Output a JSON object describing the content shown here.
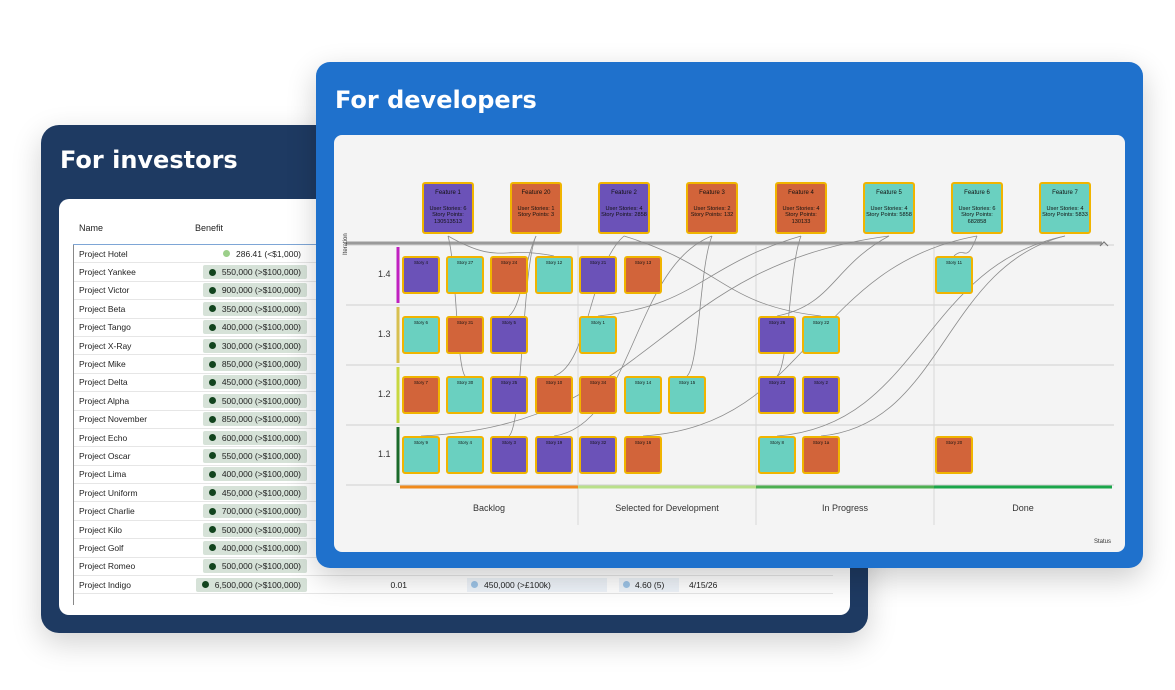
{
  "investors": {
    "title": "For investors",
    "columns": {
      "name": "Name",
      "benefit": "Benefit"
    },
    "rows": [
      {
        "name": "Project Hotel",
        "benefit": "286.41 (<$1,000)",
        "plain": true
      },
      {
        "name": "Project Yankee",
        "benefit": "550,000 (>$100,000)"
      },
      {
        "name": "Project Victor",
        "benefit": "900,000 (>$100,000)"
      },
      {
        "name": "Project Beta",
        "benefit": "350,000 (>$100,000)"
      },
      {
        "name": "Project Tango",
        "benefit": "400,000 (>$100,000)"
      },
      {
        "name": "Project X-Ray",
        "benefit": "300,000 (>$100,000)"
      },
      {
        "name": "Project Mike",
        "benefit": "850,000 (>$100,000)"
      },
      {
        "name": "Project Delta",
        "benefit": "450,000 (>$100,000)"
      },
      {
        "name": "Project Alpha",
        "benefit": "500,000 (>$100,000)"
      },
      {
        "name": "Project November",
        "benefit": "850,000 (>$100,000)"
      },
      {
        "name": "Project Echo",
        "benefit": "600,000 (>$100,000)"
      },
      {
        "name": "Project Oscar",
        "benefit": "550,000 (>$100,000)"
      },
      {
        "name": "Project Lima",
        "benefit": "400,000 (>$100,000)"
      },
      {
        "name": "Project Uniform",
        "benefit": "450,000 (>$100,000)"
      },
      {
        "name": "Project Charlie",
        "benefit": "700,000 (>$100,000)"
      },
      {
        "name": "Project Kilo",
        "benefit": "500,000 (>$100,000)"
      },
      {
        "name": "Project Golf",
        "benefit": "400,000 (>$100,000)"
      },
      {
        "name": "Project Romeo",
        "benefit": "500,000 (>$100,000)"
      },
      {
        "name": "Project Indigo",
        "benefit": "6,500,000 (>$100,000)",
        "extra": [
          "0.01",
          "450,000 (>£100k)",
          "4.60 (5)",
          "4/15/26"
        ]
      }
    ]
  },
  "developers": {
    "title": "For developers",
    "features": [
      {
        "name": "Feature 1",
        "line1": "User Stories: 6",
        "line2": "Story Points:",
        "line3": "130513513",
        "color": "purple"
      },
      {
        "name": "Feature 20",
        "line1": "User Stories: 1",
        "line2": "Story Points: 3",
        "line3": "",
        "color": "orange"
      },
      {
        "name": "Feature 2",
        "line1": "User Stories: 4",
        "line2": "Story Points: 2858",
        "line3": "",
        "color": "purple"
      },
      {
        "name": "Feature 3",
        "line1": "User Stories: 2",
        "line2": "Story Points: 132",
        "line3": "",
        "color": "orange"
      },
      {
        "name": "Feature 4",
        "line1": "User Stories: 4",
        "line2": "Story Points:",
        "line3": "130133",
        "color": "orange"
      },
      {
        "name": "Feature 5",
        "line1": "User Stories: 4",
        "line2": "Story Points: 5858",
        "line3": "",
        "color": "teal"
      },
      {
        "name": "Feature 6",
        "line1": "User Stories: 6",
        "line2": "Story Points:",
        "line3": "682858",
        "color": "teal"
      },
      {
        "name": "Feature 7",
        "line1": "User Stories: 4",
        "line2": "Story Points: 5833",
        "line3": "",
        "color": "teal"
      }
    ],
    "iterations": [
      "1.4",
      "1.3",
      "1.2",
      "1.1"
    ],
    "iteration_axis": "Iteration",
    "statuses": [
      "Backlog",
      "Selected for Development",
      "In Progress",
      "Done"
    ],
    "status_axis": "Status",
    "status_colors": [
      "#f08a1c",
      "#b9e08a",
      "#4caf50",
      "#1aa64a"
    ],
    "stories": [
      {
        "name": "Story 4",
        "color": "purple",
        "row": 0,
        "slot": 0
      },
      {
        "name": "Story 27",
        "color": "teal",
        "row": 0,
        "slot": 1
      },
      {
        "name": "Story 24",
        "color": "orange",
        "row": 0,
        "slot": 2
      },
      {
        "name": "Story 12",
        "color": "teal",
        "row": 0,
        "slot": 3
      },
      {
        "name": "Story 21",
        "color": "purple",
        "row": 0,
        "slot": 4
      },
      {
        "name": "Story 13",
        "color": "orange",
        "row": 0,
        "slot": 5
      },
      {
        "name": "Story 11",
        "color": "teal",
        "row": 0,
        "slot": 12
      },
      {
        "name": "Story 6",
        "color": "teal",
        "row": 1,
        "slot": 0
      },
      {
        "name": "Story 31",
        "color": "orange",
        "row": 1,
        "slot": 1
      },
      {
        "name": "Story 5",
        "color": "purple",
        "row": 1,
        "slot": 2
      },
      {
        "name": "Story 1",
        "color": "teal",
        "row": 1,
        "slot": 4
      },
      {
        "name": "Story 26",
        "color": "purple",
        "row": 1,
        "slot": 8
      },
      {
        "name": "Story 22",
        "color": "teal",
        "row": 1,
        "slot": 9
      },
      {
        "name": "Story 7",
        "color": "orange",
        "row": 2,
        "slot": 0
      },
      {
        "name": "Story 30",
        "color": "teal",
        "row": 2,
        "slot": 1
      },
      {
        "name": "Story 25",
        "color": "purple",
        "row": 2,
        "slot": 2
      },
      {
        "name": "Story 10",
        "color": "orange",
        "row": 2,
        "slot": 3
      },
      {
        "name": "Story 34",
        "color": "orange",
        "row": 2,
        "slot": 4
      },
      {
        "name": "Story 14",
        "color": "teal",
        "row": 2,
        "slot": 5
      },
      {
        "name": "Story 15",
        "color": "teal",
        "row": 2,
        "slot": 6
      },
      {
        "name": "Story 23",
        "color": "purple",
        "row": 2,
        "slot": 8
      },
      {
        "name": "Story 2",
        "color": "purple",
        "row": 2,
        "slot": 9
      },
      {
        "name": "Story 9",
        "color": "teal",
        "row": 3,
        "slot": 0
      },
      {
        "name": "Story 4",
        "color": "teal",
        "row": 3,
        "slot": 1
      },
      {
        "name": "Story 3",
        "color": "purple",
        "row": 3,
        "slot": 2
      },
      {
        "name": "Story 19",
        "color": "purple",
        "row": 3,
        "slot": 3
      },
      {
        "name": "Story 32",
        "color": "purple",
        "row": 3,
        "slot": 4
      },
      {
        "name": "Story 16",
        "color": "orange",
        "row": 3,
        "slot": 5
      },
      {
        "name": "Story 8",
        "color": "teal",
        "row": 3,
        "slot": 8
      },
      {
        "name": "Story 1a",
        "color": "orange",
        "row": 3,
        "slot": 9
      },
      {
        "name": "Story 20",
        "color": "orange",
        "row": 3,
        "slot": 12
      }
    ]
  }
}
